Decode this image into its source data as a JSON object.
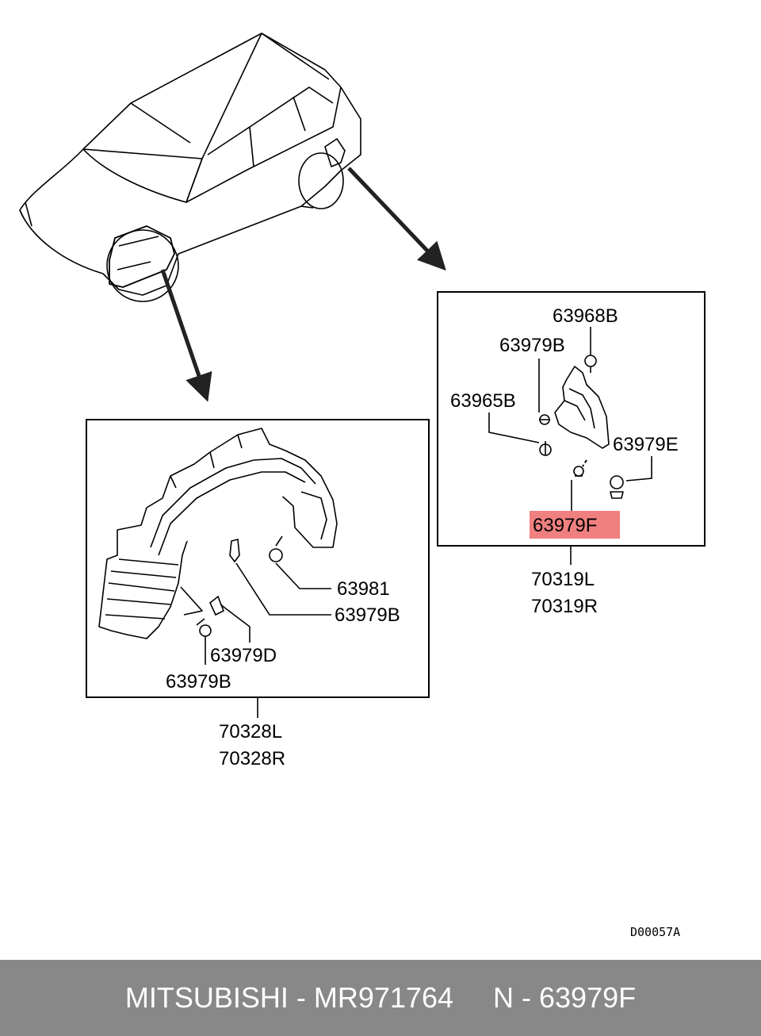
{
  "diagram": {
    "labels": {
      "p63968B": "63968B",
      "p63979B_top": "63979B",
      "p63965B": "63965B",
      "p63979E": "63979E",
      "p63979F": "63979F",
      "p70319L": "70319L",
      "p70319R": "70319R",
      "p63981": "63981",
      "p63979B_mid": "63979B",
      "p63979D": "63979D",
      "p63979B_bot": "63979B",
      "p70328L": "70328L",
      "p70328R": "70328R"
    },
    "drawing_code": "D00057A",
    "highlight_color": "#f08080"
  },
  "footer": {
    "text": "MITSUBISHI - MR971764     N - 63979F",
    "background": "#888888"
  }
}
